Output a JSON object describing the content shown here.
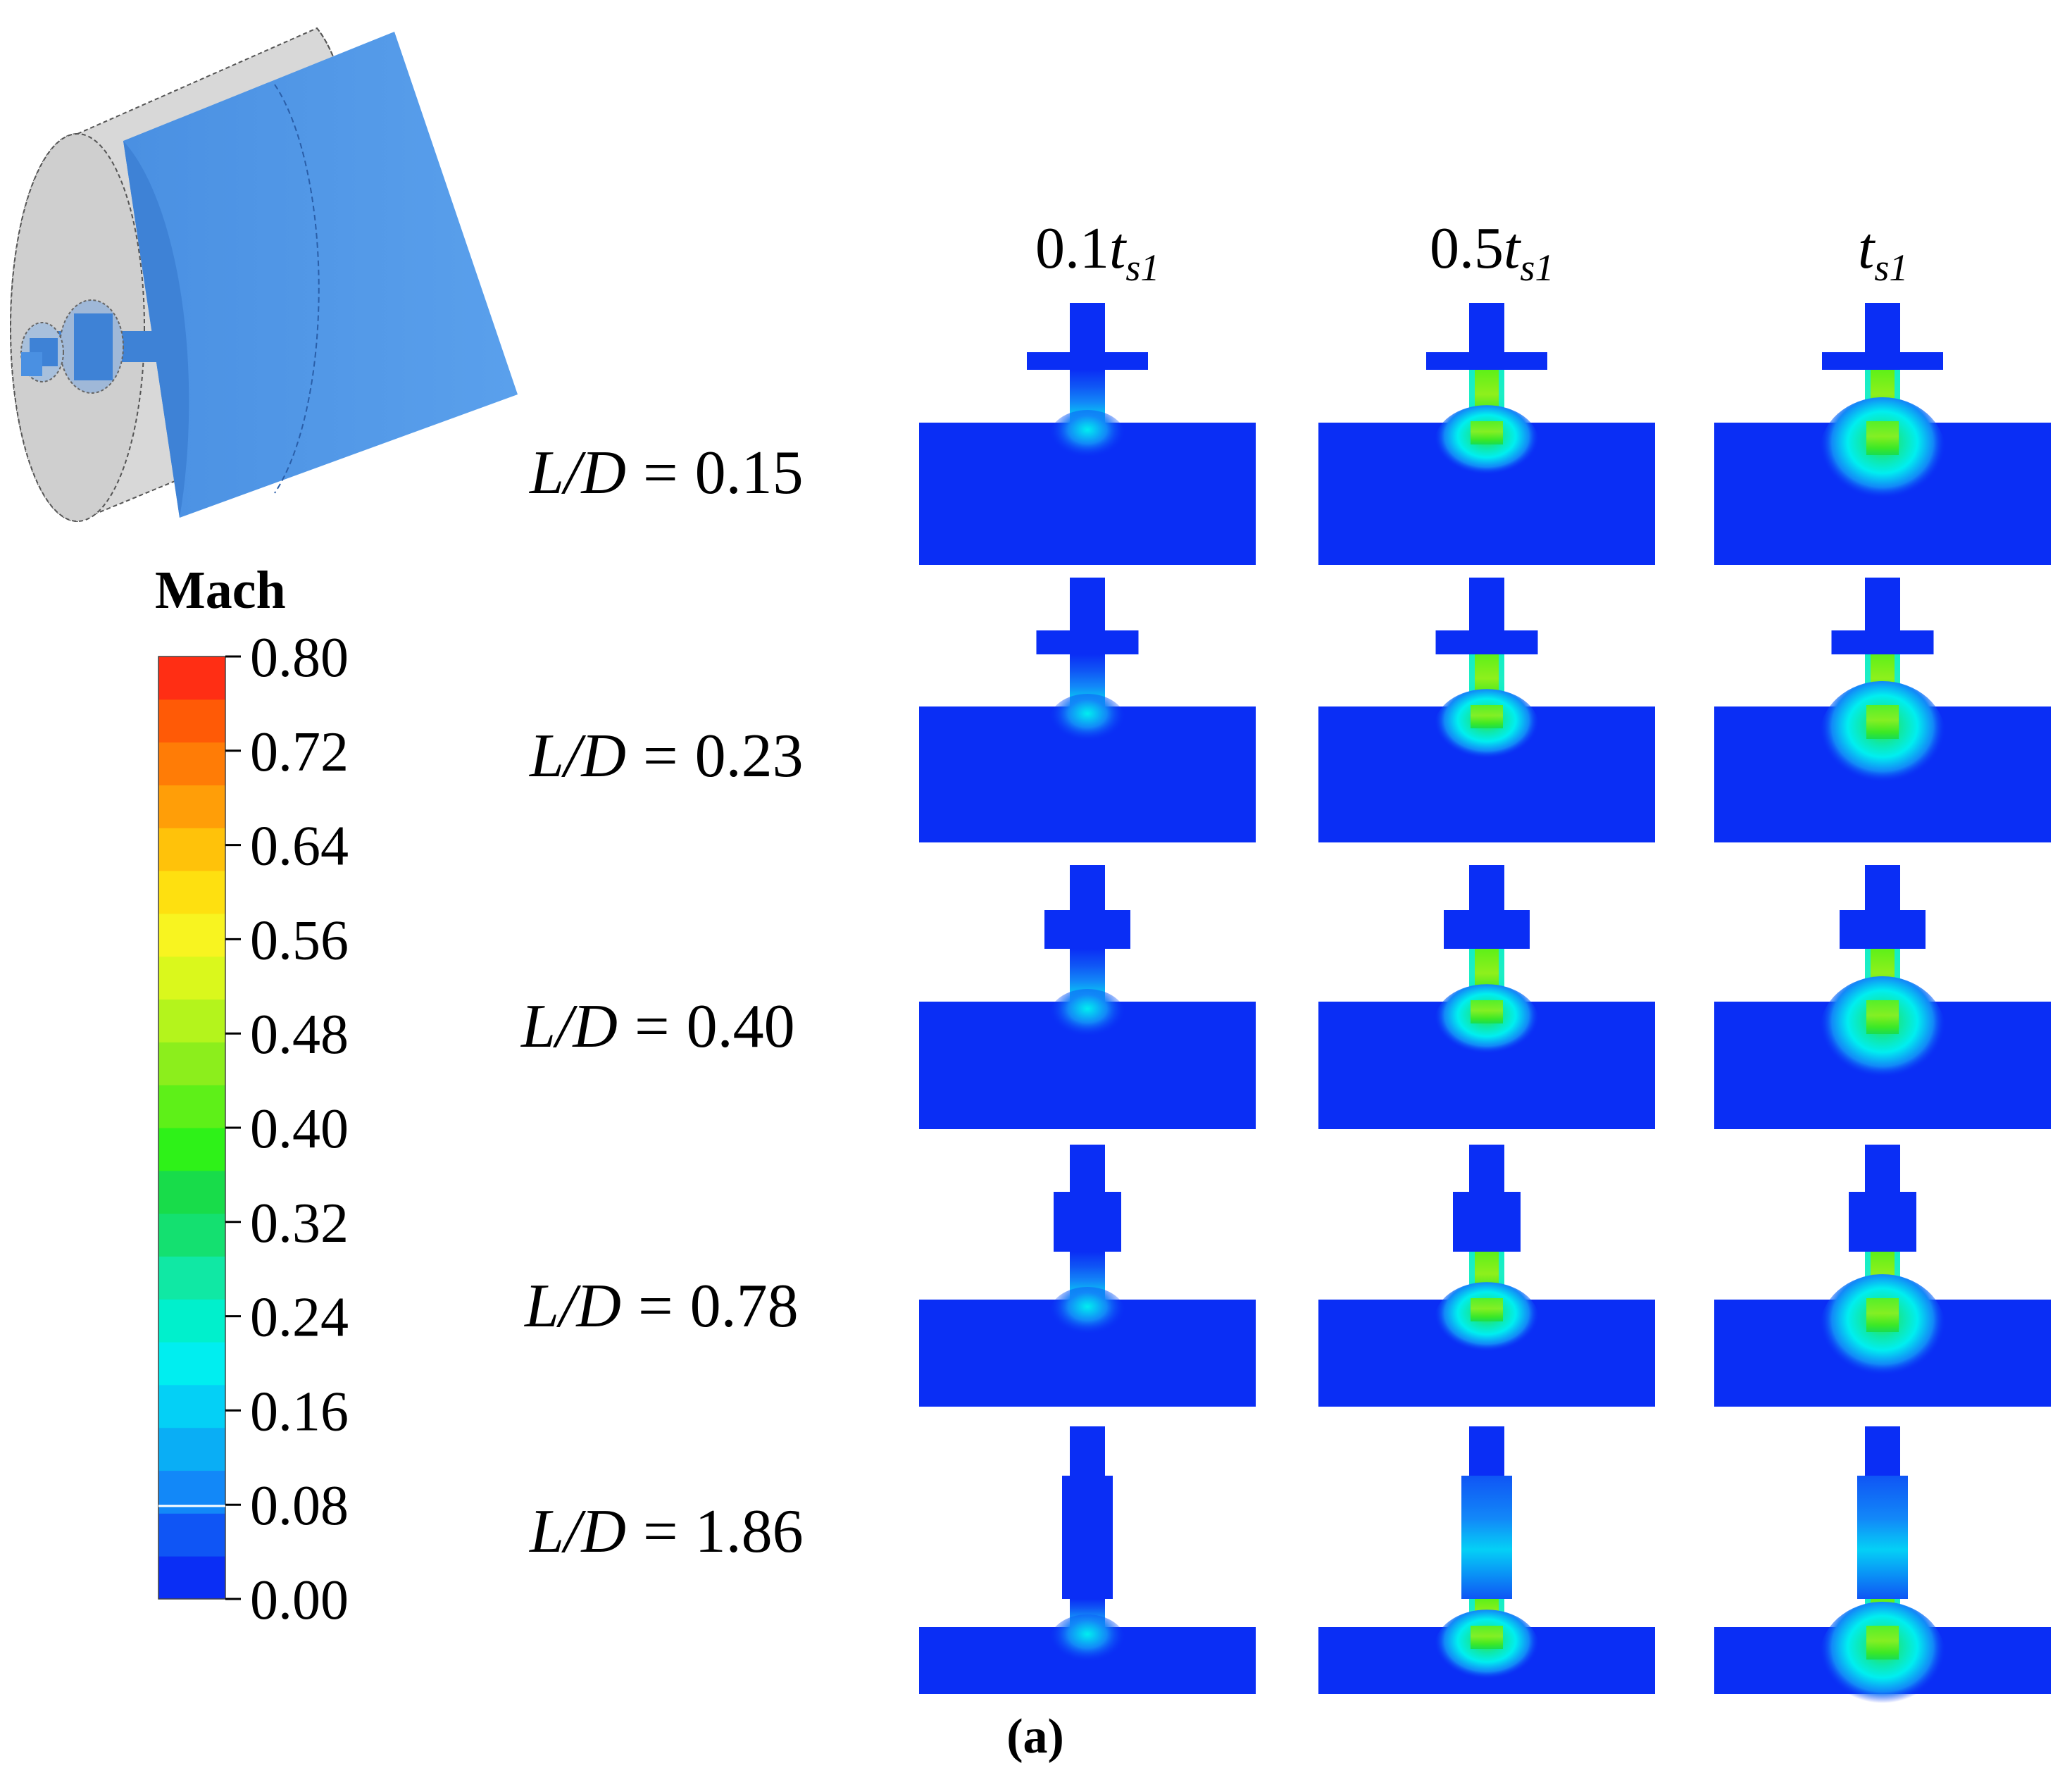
{
  "colorbar": {
    "title": "Mach",
    "tick_labels": [
      "0.80",
      "0.72",
      "0.64",
      "0.56",
      "0.48",
      "0.40",
      "0.32",
      "0.24",
      "0.16",
      "0.08",
      "0.00"
    ],
    "band_colors": [
      "#0a2ef5",
      "#0f55f5",
      "#1288f8",
      "#0aaef5",
      "#04d0f6",
      "#00eef0",
      "#00f0cc",
      "#10e8a4",
      "#14e070",
      "#18dc4a",
      "#2ef218",
      "#5ef018",
      "#8cee1c",
      "#b4f41c",
      "#daf81c",
      "#f8f420",
      "#fee010",
      "#ffc20a",
      "#ff9e08",
      "#ff7c06",
      "#ff5a06",
      "#ff2e14"
    ]
  },
  "columns": [
    {
      "coef": "0.1",
      "sym": "t",
      "sub": "s1"
    },
    {
      "coef": "0.5",
      "sym": "t",
      "sub": "s1"
    },
    {
      "coef": "",
      "sym": "t",
      "sub": "s1"
    }
  ],
  "rows": [
    {
      "lhs": "L/D",
      "eq": "=",
      "value": "0.15"
    },
    {
      "lhs": "L/D",
      "eq": "=",
      "value": "0.23"
    },
    {
      "lhs": "L/D",
      "eq": "=",
      "value": "0.40"
    },
    {
      "lhs": "L/D",
      "eq": "=",
      "value": "0.78"
    },
    {
      "lhs": "L/D",
      "eq": "=",
      "value": "1.86"
    }
  ],
  "caption": "(a)",
  "colors": {
    "domain_blue": "#0a2ef5",
    "model_blue": "#4a90e2",
    "model_gray": "#d8d8d8"
  }
}
